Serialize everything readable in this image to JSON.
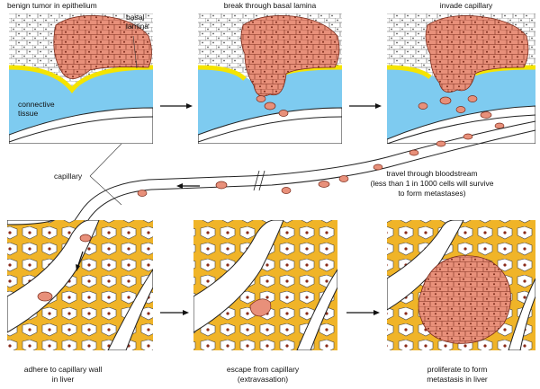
{
  "colors": {
    "tumor": "#e8907a",
    "tumor_stroke": "#7a2a1a",
    "nucleus": "#7a2a1a",
    "connective_tissue": "#7ecbf0",
    "basal_lamina": "#f5e400",
    "vessel_fill": "#ffffff",
    "liver_fill": "#f0b428",
    "line": "#222222"
  },
  "labels": {
    "benign_tumor": "benign tumor in epithelium",
    "basal_lamina_1": "basal",
    "basal_lamina_2": "lamina",
    "connective_tissue_1": "connective",
    "connective_tissue_2": "tissue",
    "capillary": "capillary",
    "break_through": "break through basal lamina",
    "invade": "invade capillary",
    "travel_1": "travel through bloodstream",
    "travel_2": "(less than 1 in 1000 cells will survive",
    "travel_3": "to form metastases)",
    "adhere_1": "adhere to capillary wall",
    "adhere_2": "in liver",
    "escape_1": "escape from capillary",
    "escape_2": "(extravasation)",
    "proliferate_1": "proliferate to form",
    "proliferate_2": "metastasis in liver"
  }
}
